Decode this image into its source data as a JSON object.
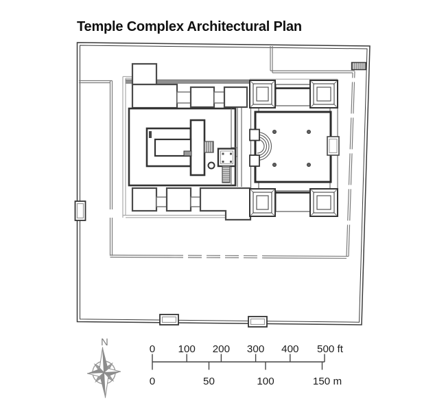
{
  "title": "Temple Complex Architectural Plan",
  "compass": {
    "north_label": "N"
  },
  "scale_bar": {
    "ft_ticks": [
      0,
      100,
      200,
      300,
      400,
      500
    ],
    "ft_labels": [
      "0",
      "100",
      "200",
      "300",
      "400",
      "500 ft"
    ],
    "m_ticks": [
      0,
      50,
      100,
      150
    ],
    "m_labels": [
      "0",
      "50",
      "100",
      "150 m"
    ]
  },
  "colors": {
    "wall_dark": "#2f2f2f",
    "wall_medium": "#6e6e6e",
    "wall_light": "#a9a9a9",
    "platform_band": "#8f8f8f",
    "hatch": "#555555",
    "column_dot": "#616161",
    "compass_gray": "#8c8c8c",
    "text": "#1c1c1c"
  }
}
